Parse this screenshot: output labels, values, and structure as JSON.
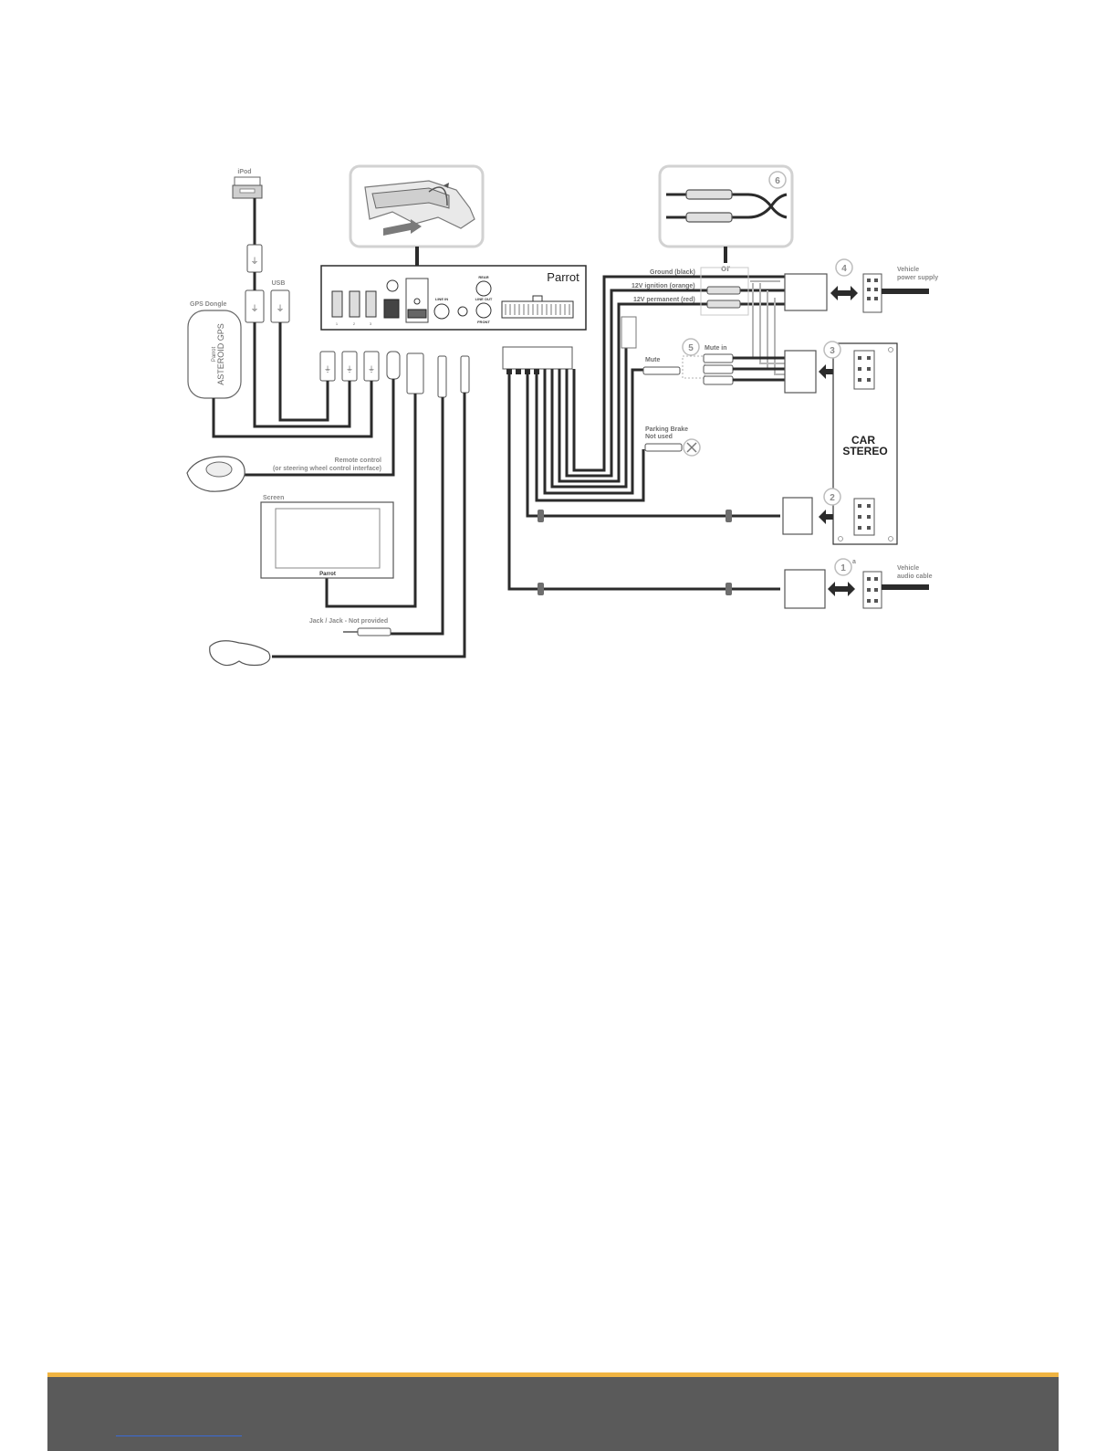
{
  "labels": {
    "ipod": "iPod",
    "usb": "USB",
    "gps_dongle": "GPS Dongle",
    "gps_brand": "Parrot",
    "gps_name": "ASTEROID GPS",
    "parrot_logo": "Parrot",
    "port_rear": "REAR",
    "port_line_out": "LINE OUT",
    "port_front": "FRONT",
    "port_line_in": "LINE IN",
    "remote_control_1": "Remote control",
    "remote_control_2": "(or steering wheel control interface)",
    "screen": "Screen",
    "screen_brand": "Parrot",
    "jack": "Jack / Jack - Not provided",
    "ground": "Ground (black)",
    "ign": "12V ignition (orange)",
    "perm": "12V permanent (red)",
    "or": "or",
    "mute": "Mute",
    "mute_in": "Mute in",
    "parking_1": "Parking Brake",
    "parking_2": "Not used",
    "vehicle_power_1": "Vehicle",
    "vehicle_power_2": "power supply",
    "vehicle_audio_1": "Vehicle",
    "vehicle_audio_2": "audio cable",
    "car_stereo_1": "CAR",
    "car_stereo_2": "STEREO",
    "usb_port_1": "1",
    "usb_port_2": "2",
    "usb_port_3": "3"
  },
  "numbers": {
    "n1": "1",
    "n1_sup": "a",
    "n2": "2",
    "n3": "3",
    "n4": "4",
    "n5": "5",
    "n6": "6"
  },
  "colors": {
    "cable": "#2b2b2b",
    "outline": "#4a4a4a",
    "light_outline": "#bdbdbd",
    "label": "#8a8a8a",
    "footer_bg": "#5a5a5a",
    "footer_accent": "#f0b442",
    "footer_link": "#3a6ad6"
  }
}
